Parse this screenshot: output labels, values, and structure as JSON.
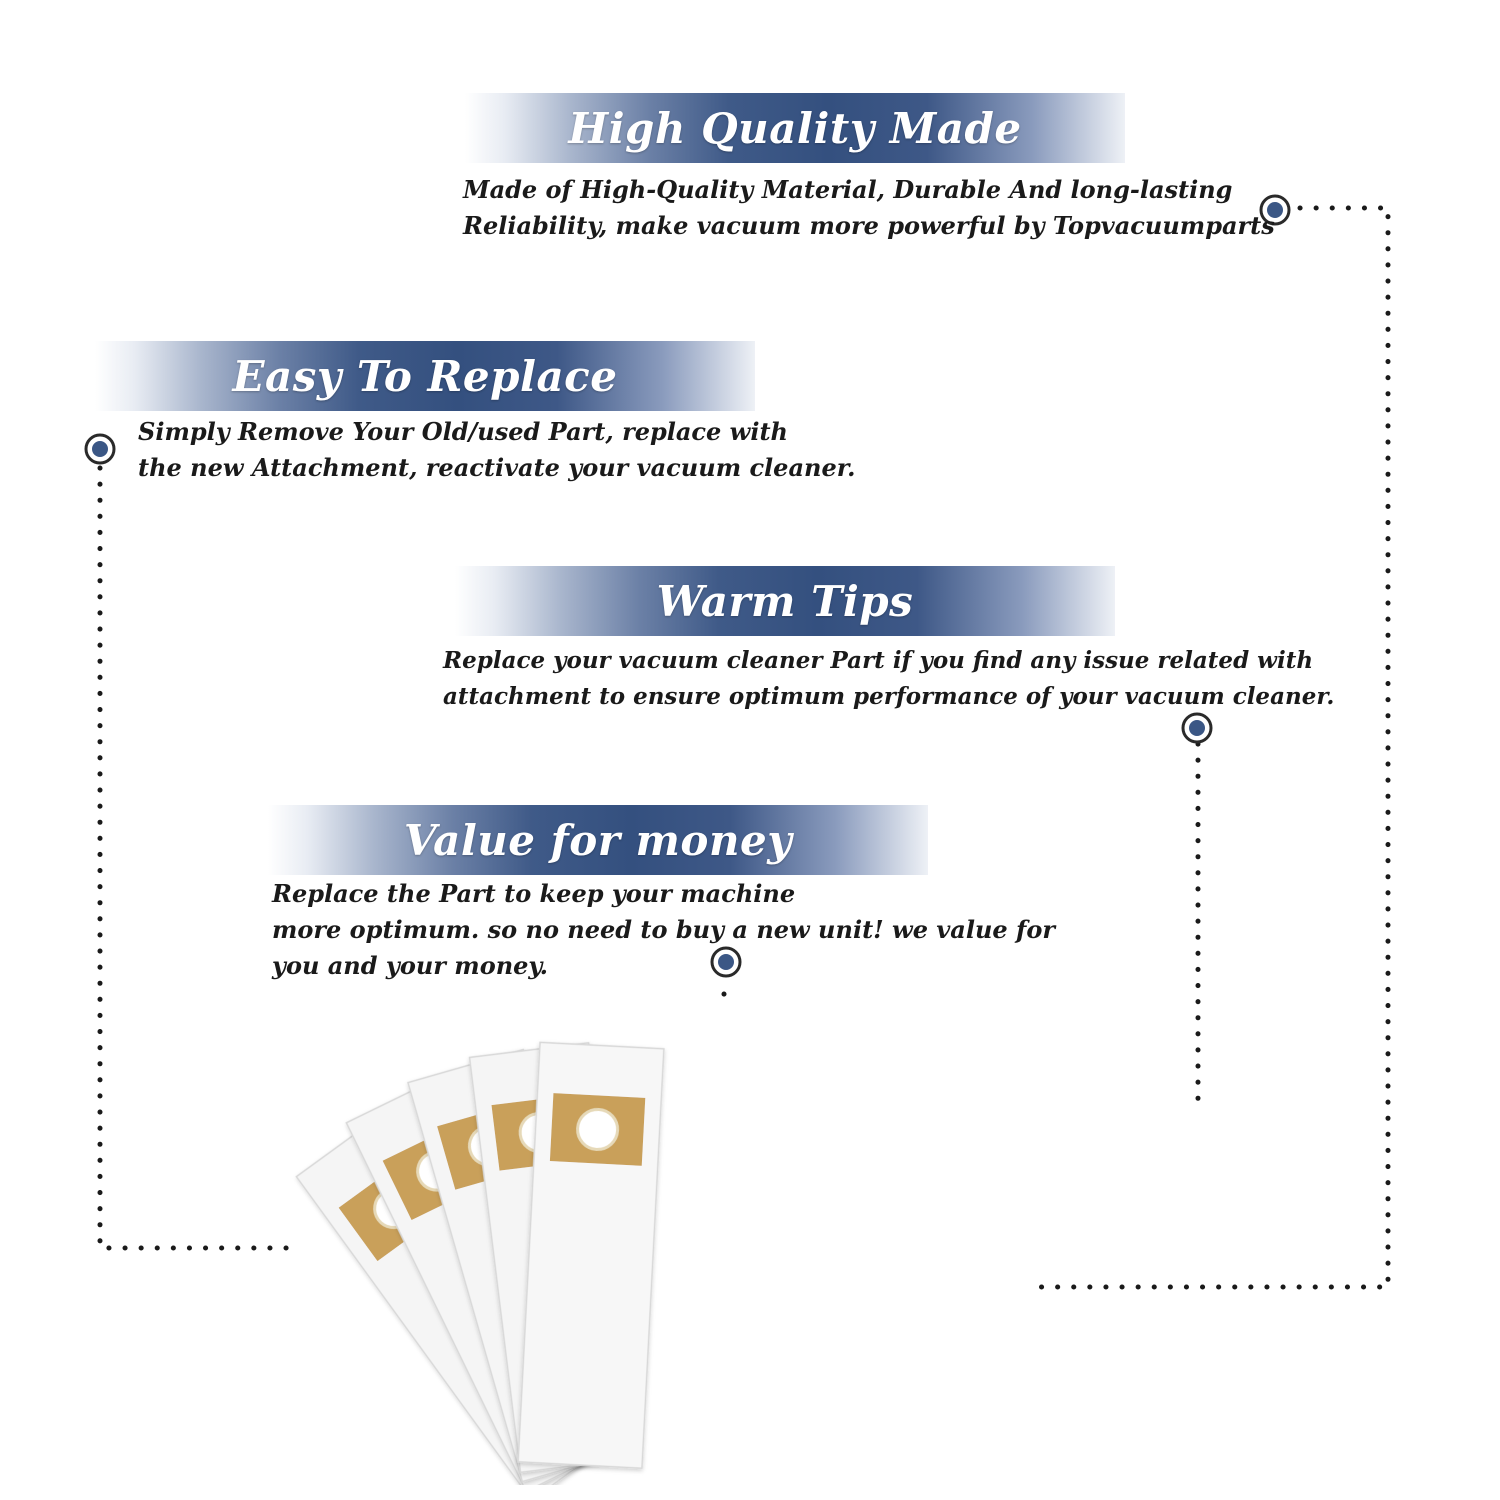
{
  "sections": [
    {
      "title": "High Quality Made",
      "lines": [
        "Made of  High-Quality Material, Durable And long-lasting",
        "Reliability, make vacuum more powerful by Topvacuumparts"
      ]
    },
    {
      "title": "Easy To Replace",
      "lines": [
        "Simply Remove Your Old/used Part, replace with",
        "the new Attachment, reactivate your vacuum cleaner."
      ]
    },
    {
      "title": "Warm Tips",
      "lines": [
        "Replace your vacuum cleaner Part if you find any issue related with",
        " attachment to ensure optimum performance of your vacuum cleaner."
      ]
    },
    {
      "title": "Value for money",
      "lines": [
        "Replace the Part to keep your machine",
        "more optimum. so no need to buy a new unit! we value for",
        "you and your money."
      ]
    }
  ],
  "colors": {
    "accent": "#3b5785",
    "marker_fill": "#3b5785",
    "dots": "#1a1a1a",
    "bag_collar": "#c9a05a",
    "bag_paper": "#f4f4f4"
  },
  "icons": [
    "target-marker-icon",
    "dotted-connector-line"
  ],
  "product": {
    "kind": "vacuum-bag-stack",
    "count": 5
  }
}
